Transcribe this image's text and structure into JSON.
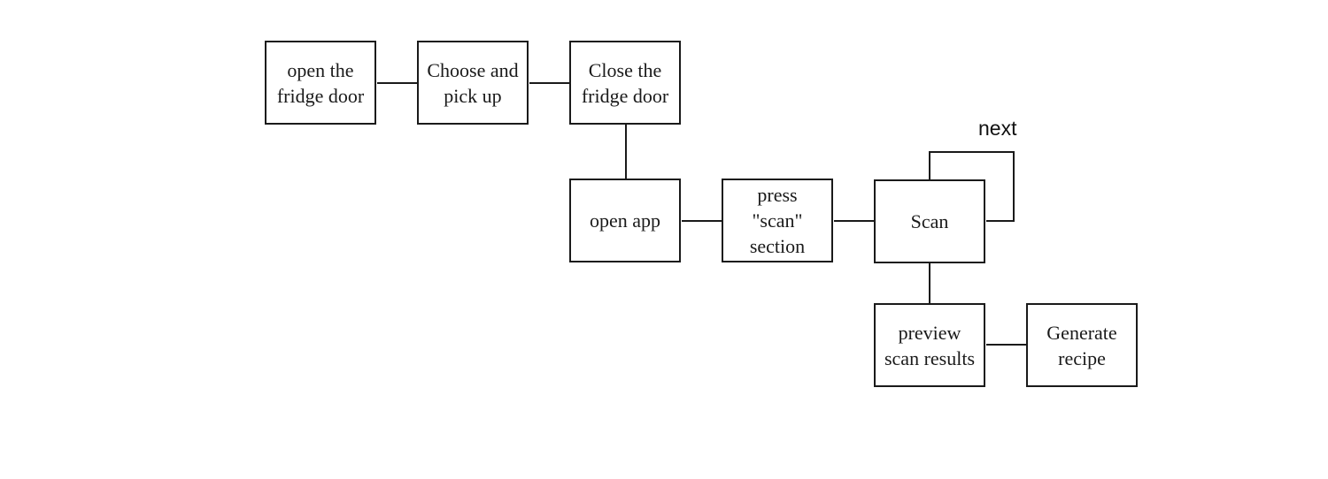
{
  "diagram": {
    "nodes": [
      {
        "id": "open-fridge",
        "label": "open the\nfridge door"
      },
      {
        "id": "choose-pick",
        "label": "Choose and\npick up"
      },
      {
        "id": "close-fridge",
        "label": "Close the\nfridge door"
      },
      {
        "id": "open-app",
        "label": "open app"
      },
      {
        "id": "press-scan",
        "label": "press\n\"scan\"\nsection"
      },
      {
        "id": "scan",
        "label": "Scan"
      },
      {
        "id": "preview",
        "label": "preview\nscan results"
      },
      {
        "id": "generate",
        "label": "Generate\nrecipe"
      }
    ],
    "edges": [
      {
        "from": "open-fridge",
        "to": "choose-pick"
      },
      {
        "from": "choose-pick",
        "to": "close-fridge"
      },
      {
        "from": "close-fridge",
        "to": "open-app"
      },
      {
        "from": "open-app",
        "to": "press-scan"
      },
      {
        "from": "press-scan",
        "to": "scan"
      },
      {
        "from": "scan",
        "to": "scan",
        "label": "next"
      },
      {
        "from": "scan",
        "to": "preview"
      },
      {
        "from": "preview",
        "to": "generate"
      }
    ],
    "loop_label": "next"
  }
}
